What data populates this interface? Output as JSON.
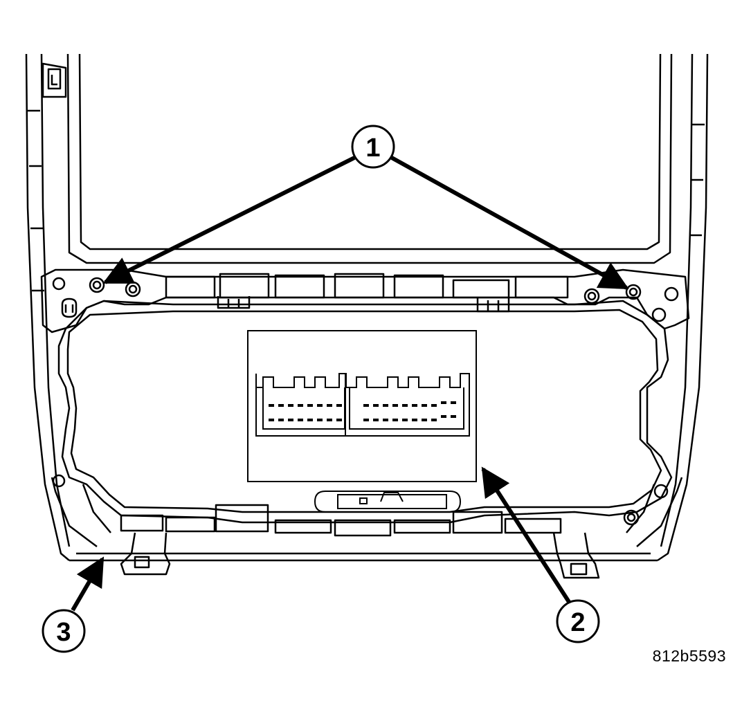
{
  "diagram": {
    "figure_id": "812b5593",
    "callouts": [
      {
        "id": "1",
        "label": "1"
      },
      {
        "id": "2",
        "label": "2"
      },
      {
        "id": "3",
        "label": "3"
      }
    ],
    "stroke_color": "#000000",
    "background_color": "#ffffff"
  }
}
